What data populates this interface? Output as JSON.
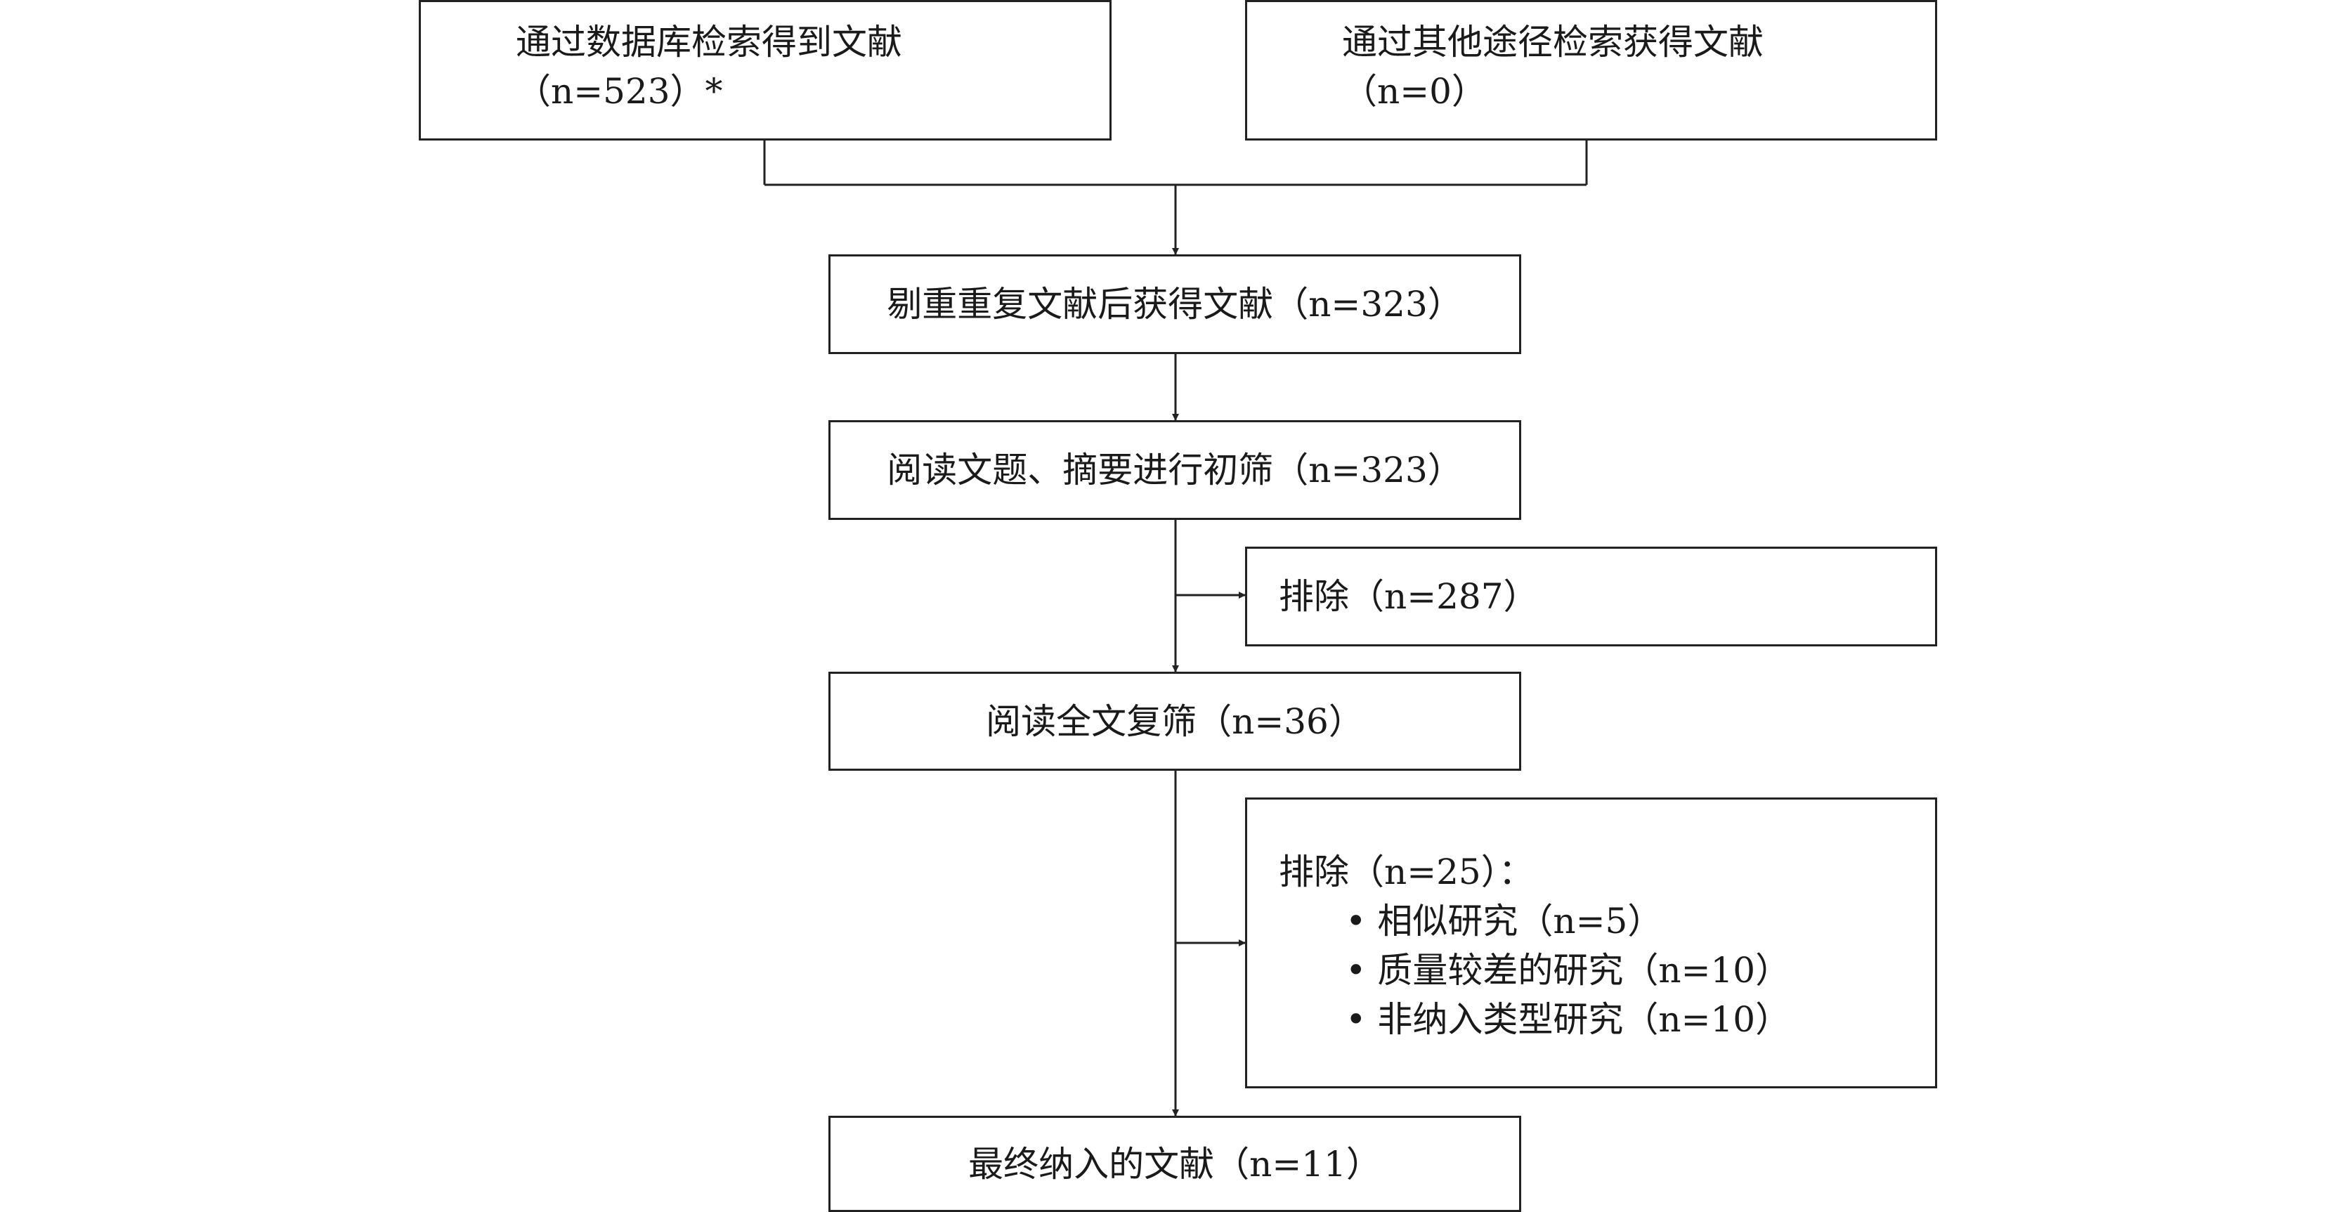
{
  "boxes": {
    "db_search": {
      "line1": "通过数据库检索得到文献",
      "line2": "（n=523）*"
    },
    "other_search": {
      "line1": "通过其他途径检索获得文献",
      "line2": "（n=0）"
    },
    "dedup": {
      "text": "剔重重复文献后获得文献（n=323）"
    },
    "screen_title_abstract": {
      "text": "阅读文题、摘要进行初筛（n=323）"
    },
    "exclude_1": {
      "text": "排除（n=287）"
    },
    "fulltext_screen": {
      "text": "阅读全文复筛（n=36）"
    },
    "exclude_2": {
      "title": "排除（n=25）：",
      "items": [
        "• 相似研究（n=5）",
        "• 质量较差的研究（n=10）",
        "• 非纳入类型研究（n=10）"
      ]
    },
    "final_included": {
      "text": "最终纳入的文献（n=11）"
    }
  }
}
